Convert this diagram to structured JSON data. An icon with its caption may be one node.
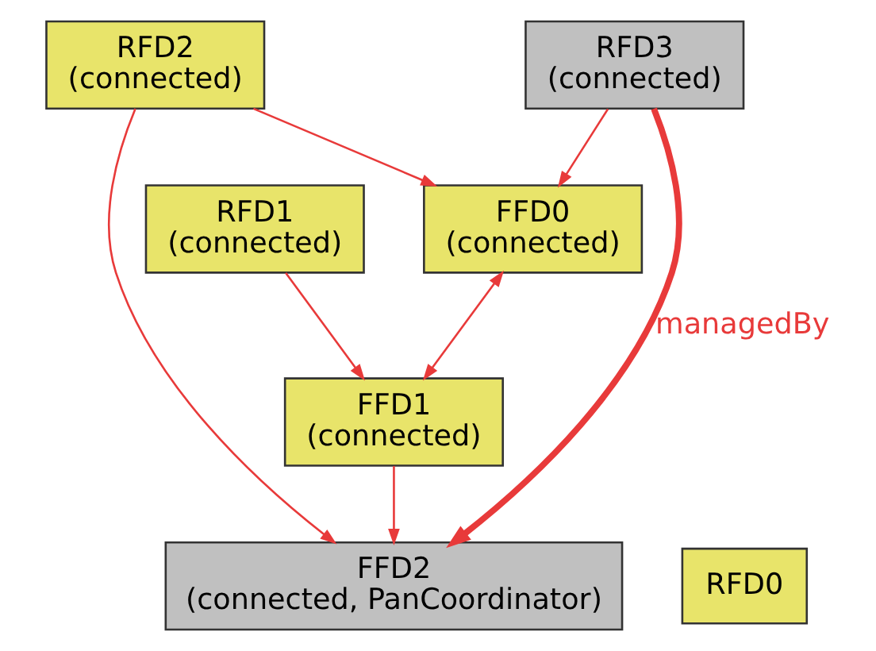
{
  "diagram": {
    "nodes": [
      {
        "text": [
          "RFD2",
          "(connected)"
        ]
      },
      {
        "text": [
          "RFD3",
          "(connected)"
        ]
      },
      {
        "text": [
          "RFD1",
          "(connected)"
        ]
      },
      {
        "text": [
          "FFD0",
          "(connected)"
        ]
      },
      {
        "text": [
          "FFD1",
          "(connected)"
        ]
      },
      {
        "text": [
          "FFD2",
          "(connected, PanCoordinator)"
        ]
      },
      {
        "text": [
          "RFD0"
        ]
      }
    ],
    "edges": [
      {
        "from": 0,
        "to": 3,
        "arrow": "to"
      },
      {
        "from": 0,
        "to": 5,
        "arrow": "to"
      },
      {
        "from": 1,
        "to": 3,
        "arrow": "to"
      },
      {
        "from": 1,
        "to": 5,
        "arrow": "to",
        "label": "managedBy",
        "style": "thick"
      },
      {
        "from": 2,
        "to": 4,
        "arrow": "to"
      },
      {
        "from": 3,
        "to": 4,
        "arrow": "both"
      },
      {
        "from": 4,
        "to": 5,
        "arrow": "to"
      }
    ]
  }
}
